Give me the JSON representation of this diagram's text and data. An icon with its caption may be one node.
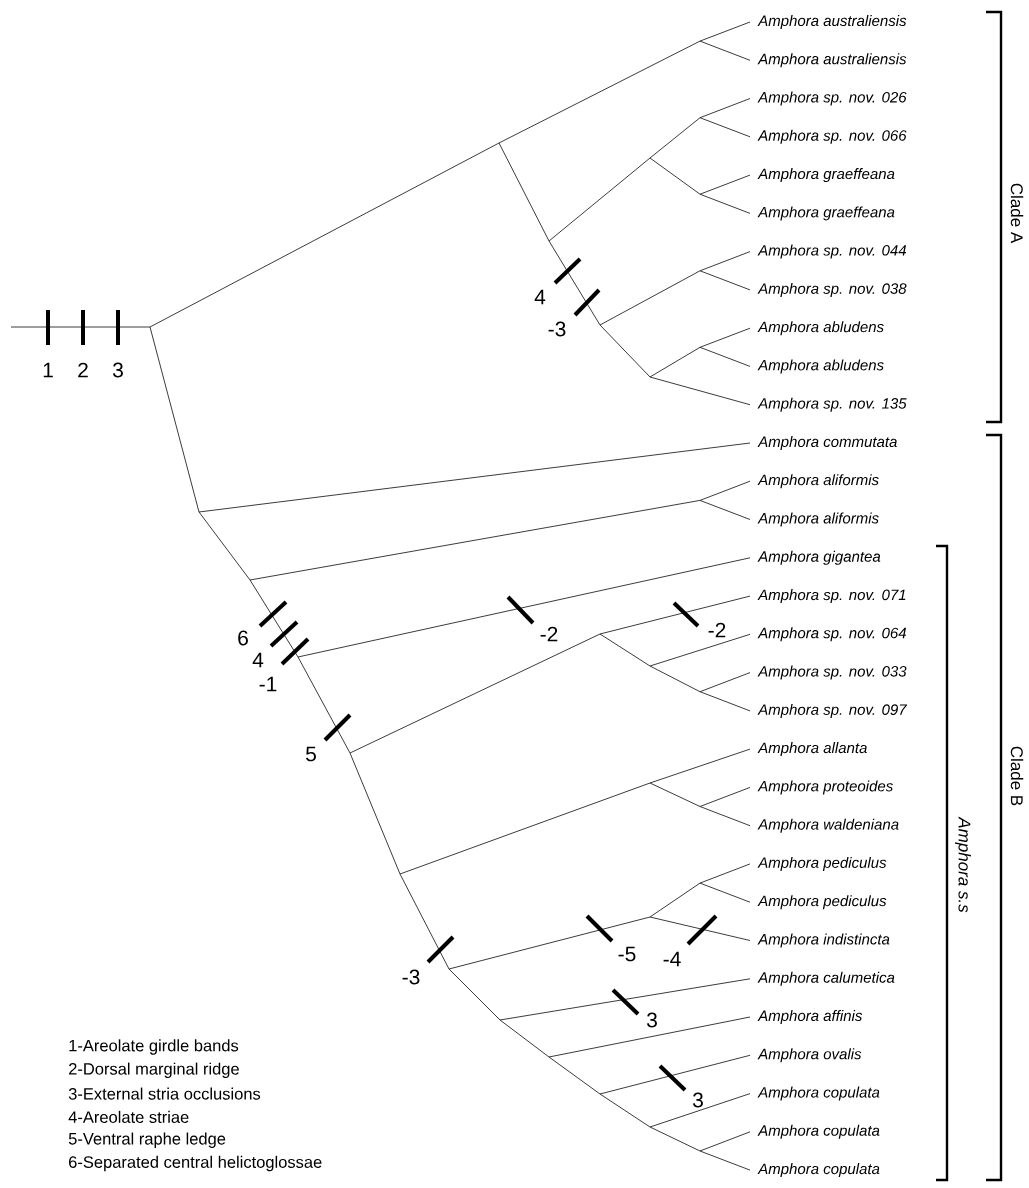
{
  "diagram": {
    "labels": [
      "Amphora australiensis",
      "Amphora australiensis",
      "Amphora sp. nov. 026",
      "Amphora sp. nov. 066",
      "Amphora graeffeana",
      "Amphora graeffeana",
      "Amphora sp. nov. 044",
      "Amphora sp. nov. 038",
      "Amphora abludens",
      "Amphora abludens",
      "Amphora sp. nov. 135",
      "Amphora commutata",
      "Amphora aliformis",
      "Amphora aliformis",
      "Amphora gigantea",
      "Amphora sp. nov. 071",
      "Amphora sp. nov. 064",
      "Amphora sp. nov. 033",
      "Amphora sp. nov. 097",
      "Amphora allanta",
      "Amphora proteoides",
      "Amphora waldeniana",
      "Amphora pediculus",
      "Amphora pediculus",
      "Amphora indistincta",
      "Amphora calumetica",
      "Amphora affinis",
      "Amphora ovalis",
      "Amphora copulata",
      "Amphora copulata",
      "Amphora copulata",
      "Clade A",
      "Clade B",
      "Amphora s.s",
      "4",
      "-3",
      "1",
      "2",
      "3",
      "-2",
      "-2",
      "6",
      "4",
      "-1",
      "5",
      "-5",
      "-4",
      "-3",
      "3",
      "3",
      "1-Areolate girdle bands",
      "2-Dorsal marginal ridge",
      "3-External stria occlusions",
      "4-Areolate striae",
      "5-Ventral raphe ledge",
      "6-Separated central helictoglossae"
    ]
  }
}
